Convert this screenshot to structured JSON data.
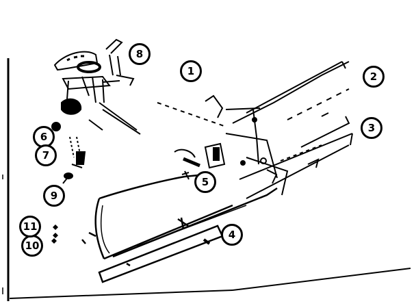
{
  "diagram": {
    "callouts": [
      {
        "id": "c1",
        "label": "1"
      },
      {
        "id": "c2",
        "label": "2"
      },
      {
        "id": "c3",
        "label": "3"
      },
      {
        "id": "c4",
        "label": "4"
      },
      {
        "id": "c5",
        "label": "5"
      },
      {
        "id": "c6",
        "label": "6"
      },
      {
        "id": "c7",
        "label": "7"
      },
      {
        "id": "c8",
        "label": "8"
      },
      {
        "id": "c9",
        "label": "9"
      },
      {
        "id": "c10",
        "label": "10"
      },
      {
        "id": "c11",
        "label": "11"
      }
    ]
  },
  "colors": {
    "ink": "#000000",
    "paper": "#ffffff"
  }
}
